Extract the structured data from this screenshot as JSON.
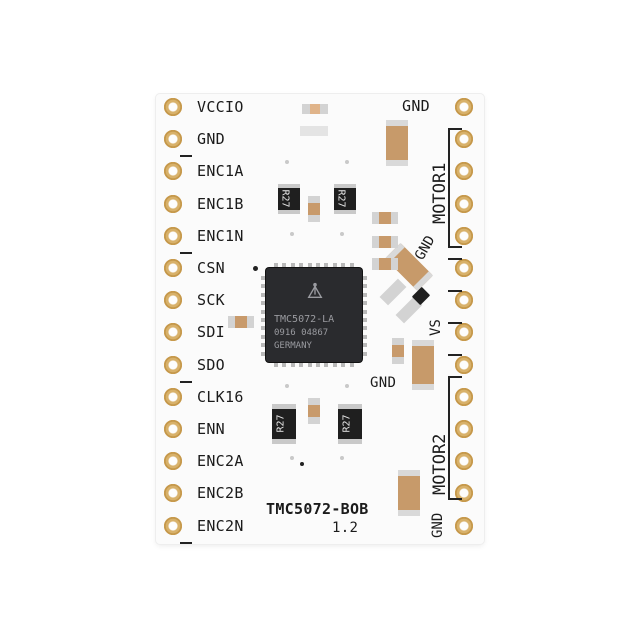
{
  "left_labels": [
    "VCCIO",
    "GND",
    "ENC1A",
    "ENC1B",
    "ENC1N",
    "CSN",
    "SCK",
    "SDI",
    "SDO",
    "CLK16",
    "ENN",
    "ENC2A",
    "ENC2B",
    "ENC2N"
  ],
  "right_labels": {
    "gnd_top": "GND",
    "motor1": "MOTOR1",
    "gnd_mid": "GND",
    "vs": "VS",
    "gnd_lower": "GND",
    "motor2": "MOTOR2",
    "gnd_bottom": "GND"
  },
  "chip": {
    "line1": "TMC5072-LA",
    "line2": "0916 04867",
    "line3": "GERMANY"
  },
  "resistor_label": "R27",
  "board": {
    "name": "TMC5072-BOB",
    "version": "1.2"
  },
  "colors": {
    "board": "#fbfbfb",
    "pad_gold": "#c89a4c",
    "chip": "#2a2b2e",
    "capacitor": "#c79a6a"
  }
}
